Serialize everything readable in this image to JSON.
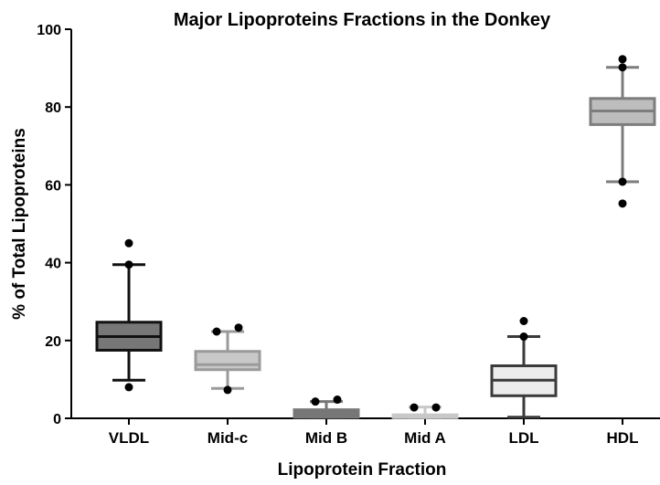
{
  "chart_data": {
    "type": "box",
    "title": "Major Lipoproteins Fractions in the Donkey",
    "xlabel": "Lipoprotein Fraction",
    "ylabel": "% of  Total Lipoproteins",
    "ylim": [
      0,
      100
    ],
    "yticks": [
      0,
      20,
      40,
      60,
      80,
      100
    ],
    "grid": false,
    "categories": [
      "VLDL",
      "Mid-c",
      "Mid B",
      "Mid A",
      "LDL",
      "HDL"
    ],
    "boxes": [
      {
        "category": "VLDL",
        "whisker_low": 9.8,
        "q1": 17.5,
        "median": 21.0,
        "q3": 24.7,
        "whisker_high": 39.5,
        "outliers": [
          8.0,
          39.5,
          45.0
        ],
        "color": "#777777",
        "stroke": "#111111"
      },
      {
        "category": "Mid-c",
        "whisker_low": 7.7,
        "q1": 12.5,
        "median": 13.8,
        "q3": 17.2,
        "whisker_high": 22.3,
        "outliers": [
          7.3,
          22.3,
          23.3
        ],
        "color": "#c8c8c8",
        "stroke": "#9a9a9a"
      },
      {
        "category": "Mid B",
        "whisker_low": 0.3,
        "q1": 0.3,
        "median": 0.3,
        "q3": 2.2,
        "whisker_high": 4.3,
        "outliers": [
          4.3,
          4.8
        ],
        "color": "#777777",
        "stroke": "#777777"
      },
      {
        "category": "Mid A",
        "whisker_low": 0.2,
        "q1": 0.2,
        "median": 0.2,
        "q3": 0.9,
        "whisker_high": 2.9,
        "outliers": [
          2.8,
          2.8
        ],
        "color": "#e2e2e2",
        "stroke": "#c8c8c8"
      },
      {
        "category": "LDL",
        "whisker_low": 0.3,
        "q1": 5.8,
        "median": 9.8,
        "q3": 13.5,
        "whisker_high": 21.0,
        "outliers": [
          21.0,
          25.0
        ],
        "color": "#ececec",
        "stroke": "#3a3a3a"
      },
      {
        "category": "HDL",
        "whisker_low": 60.8,
        "q1": 75.5,
        "median": 79.0,
        "q3": 82.2,
        "whisker_high": 90.2,
        "outliers": [
          55.2,
          60.8,
          90.2,
          92.3
        ],
        "color": "#bdbdbd",
        "stroke": "#7d7d7d"
      }
    ]
  }
}
